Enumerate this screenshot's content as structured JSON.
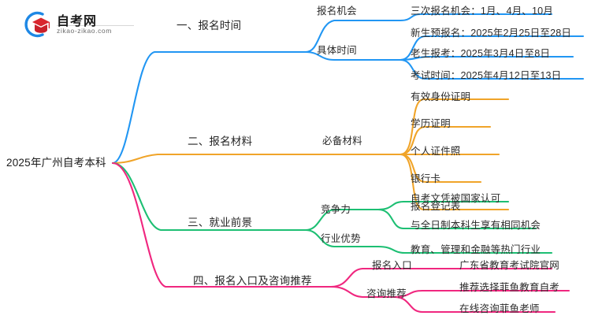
{
  "brand": {
    "name": "自考网",
    "url": "zikao-zikao.com",
    "logo_icon": "graduation-cap-icon",
    "arc_color": "#1E88E5",
    "cap_color": "#D9262E"
  },
  "mindmap": {
    "root": "2025年广州自考本科",
    "branches": [
      {
        "label": "一、报名时间",
        "color": "#2196F3",
        "children": [
          {
            "label": "报名机会",
            "leaves": [
              "三次报名机会：1月、4月、10月"
            ]
          },
          {
            "label": "具体时间",
            "leaves": [
              "新生预报名：2025年2月25日至28日",
              "老生报考：2025年3月4日至8日",
              "考试时间：2025年4月12日至13日"
            ]
          }
        ]
      },
      {
        "label": "二、报名材料",
        "color": "#F0A429",
        "children": [
          {
            "label": "必备材料",
            "leaves": [
              "有效身份证明",
              "学历证明",
              "个人证件照",
              "银行卡",
              "报名登记表"
            ]
          }
        ]
      },
      {
        "label": "三、就业前景",
        "color": "#1DBF73",
        "children": [
          {
            "label": "竞争力",
            "leaves": [
              "自考文凭被国家认可",
              "与全日制本科生享有相同机会"
            ]
          },
          {
            "label": "行业优势",
            "leaves": [
              "教育、管理和金融等热门行业"
            ]
          }
        ]
      },
      {
        "label": "四、报名入口及咨询推荐",
        "color": "#F0277F",
        "children": [
          {
            "label": "报名入口",
            "leaves": [
              "广东省教育考试院官网"
            ]
          },
          {
            "label": "咨询推荐",
            "leaves": [
              "推荐选择菲鱼教育自考",
              "在线咨询菲鱼老师"
            ]
          }
        ]
      }
    ]
  }
}
